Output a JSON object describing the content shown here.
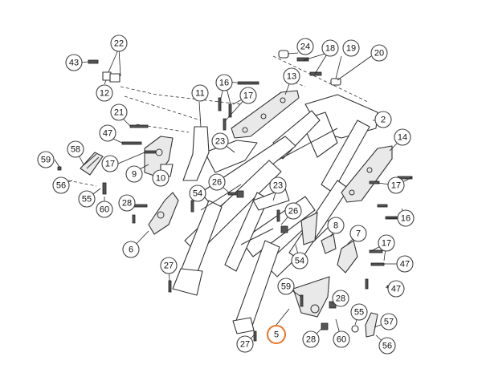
{
  "diagram": {
    "accent_color": "#e8752a",
    "line_color": "#333333",
    "highlighted_part": "5",
    "callouts": [
      "22",
      "43",
      "12",
      "24",
      "18",
      "19",
      "20",
      "16",
      "13",
      "11",
      "17",
      "2",
      "21",
      "47",
      "23",
      "58",
      "59",
      "17",
      "9",
      "10",
      "14",
      "56",
      "26",
      "54",
      "23",
      "17",
      "55",
      "28",
      "60",
      "26",
      "16",
      "8",
      "6",
      "7",
      "17",
      "27",
      "54",
      "47",
      "59",
      "47",
      "28",
      "55",
      "57",
      "27",
      "5",
      "28",
      "60",
      "56"
    ]
  }
}
